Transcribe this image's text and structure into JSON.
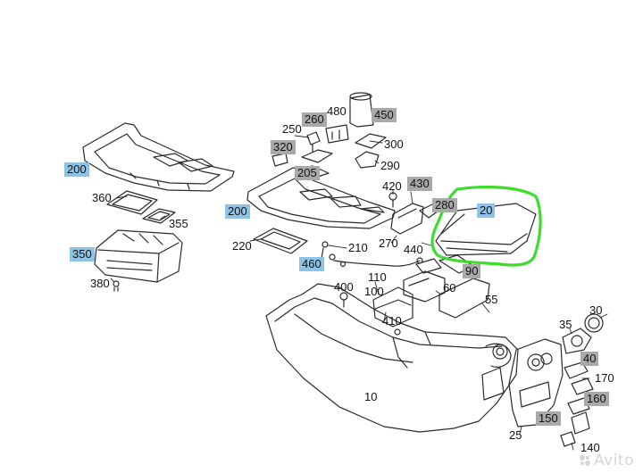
{
  "colors": {
    "blue_tag": "#8fc3e6",
    "gray_tag": "#a9a9a9",
    "highlight": "#3ddc2e",
    "line": "#2b2b2b"
  },
  "callouts": [
    {
      "text": "480",
      "style": "plain"
    },
    {
      "text": "250",
      "style": "plain"
    },
    {
      "text": "260",
      "style": "gray"
    },
    {
      "text": "450",
      "style": "gray"
    },
    {
      "text": "320",
      "style": "gray"
    },
    {
      "text": "300",
      "style": "plain"
    },
    {
      "text": "290",
      "style": "plain"
    },
    {
      "text": "205",
      "style": "gray"
    },
    {
      "text": "200",
      "style": "blue"
    },
    {
      "text": "360",
      "style": "plain"
    },
    {
      "text": "355",
      "style": "plain"
    },
    {
      "text": "430",
      "style": "gray"
    },
    {
      "text": "420",
      "style": "plain"
    },
    {
      "text": "280",
      "style": "gray"
    },
    {
      "text": "20",
      "style": "blue"
    },
    {
      "text": "200",
      "style": "blue"
    },
    {
      "text": "220",
      "style": "plain"
    },
    {
      "text": "210",
      "style": "plain"
    },
    {
      "text": "270",
      "style": "plain"
    },
    {
      "text": "440",
      "style": "plain"
    },
    {
      "text": "350",
      "style": "blue"
    },
    {
      "text": "460",
      "style": "blue"
    },
    {
      "text": "90",
      "style": "gray"
    },
    {
      "text": "380",
      "style": "plain"
    },
    {
      "text": "110",
      "style": "plain"
    },
    {
      "text": "400",
      "style": "plain"
    },
    {
      "text": "100",
      "style": "plain"
    },
    {
      "text": "60",
      "style": "plain"
    },
    {
      "text": "55",
      "style": "plain"
    },
    {
      "text": "410",
      "style": "plain"
    },
    {
      "text": "30",
      "style": "plain"
    },
    {
      "text": "35",
      "style": "plain"
    },
    {
      "text": "40",
      "style": "gray"
    },
    {
      "text": "170",
      "style": "plain"
    },
    {
      "text": "160",
      "style": "gray"
    },
    {
      "text": "10",
      "style": "plain"
    },
    {
      "text": "150",
      "style": "gray"
    },
    {
      "text": "25",
      "style": "plain"
    },
    {
      "text": "140",
      "style": "plain"
    }
  ],
  "watermark": {
    "icon": "avito-logo-icon",
    "text": "Avito"
  }
}
